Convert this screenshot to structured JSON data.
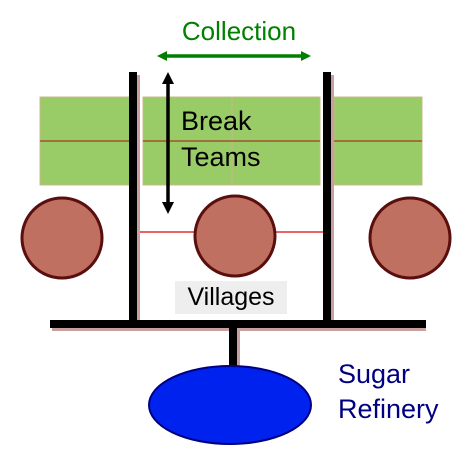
{
  "labels": {
    "collection": "Collection",
    "break_teams_line1": "Break",
    "break_teams_line2": "Teams",
    "villages": "Villages",
    "refinery_line1": "Sugar",
    "refinery_line2": "Refinery"
  },
  "colors": {
    "collection": "#008000",
    "field": "#99cc66",
    "field_border": "#a0522d",
    "village": "#c07060",
    "village_border": "#5a0f0f",
    "rail": "#000000",
    "rail_shadow": "#c8a0a0",
    "village_link": "#e03030",
    "refinery": "#0022ee",
    "refinery_border": "#000080",
    "refinery_text": "#000080",
    "villages_label_bg": "#eeeeee",
    "text": "#000000"
  }
}
